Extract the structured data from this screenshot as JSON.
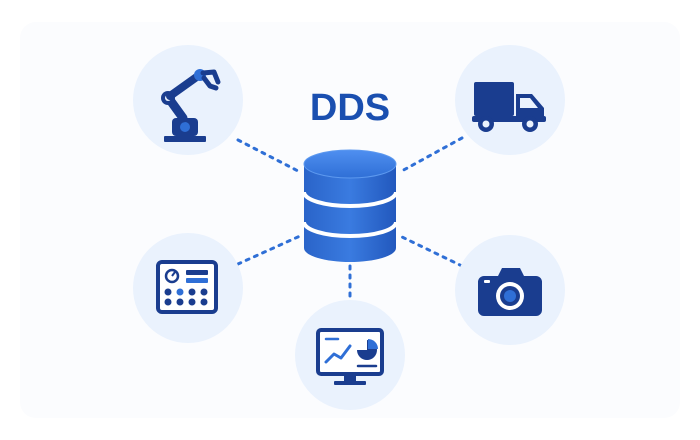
{
  "title": "DDS",
  "hub": {
    "icon": "database-icon"
  },
  "nodes": [
    {
      "id": "robot-arm",
      "icon": "robot-arm-icon"
    },
    {
      "id": "truck",
      "icon": "truck-icon"
    },
    {
      "id": "control-panel",
      "icon": "control-panel-icon"
    },
    {
      "id": "monitor",
      "icon": "monitor-dashboard-icon"
    },
    {
      "id": "camera",
      "icon": "camera-icon"
    }
  ],
  "colors": {
    "navy": "#1a3d8f",
    "blue": "#2563c8",
    "blue_light": "#3a7be0",
    "node_bg": "#eaf2fd",
    "connector": "#2f6fd6"
  }
}
